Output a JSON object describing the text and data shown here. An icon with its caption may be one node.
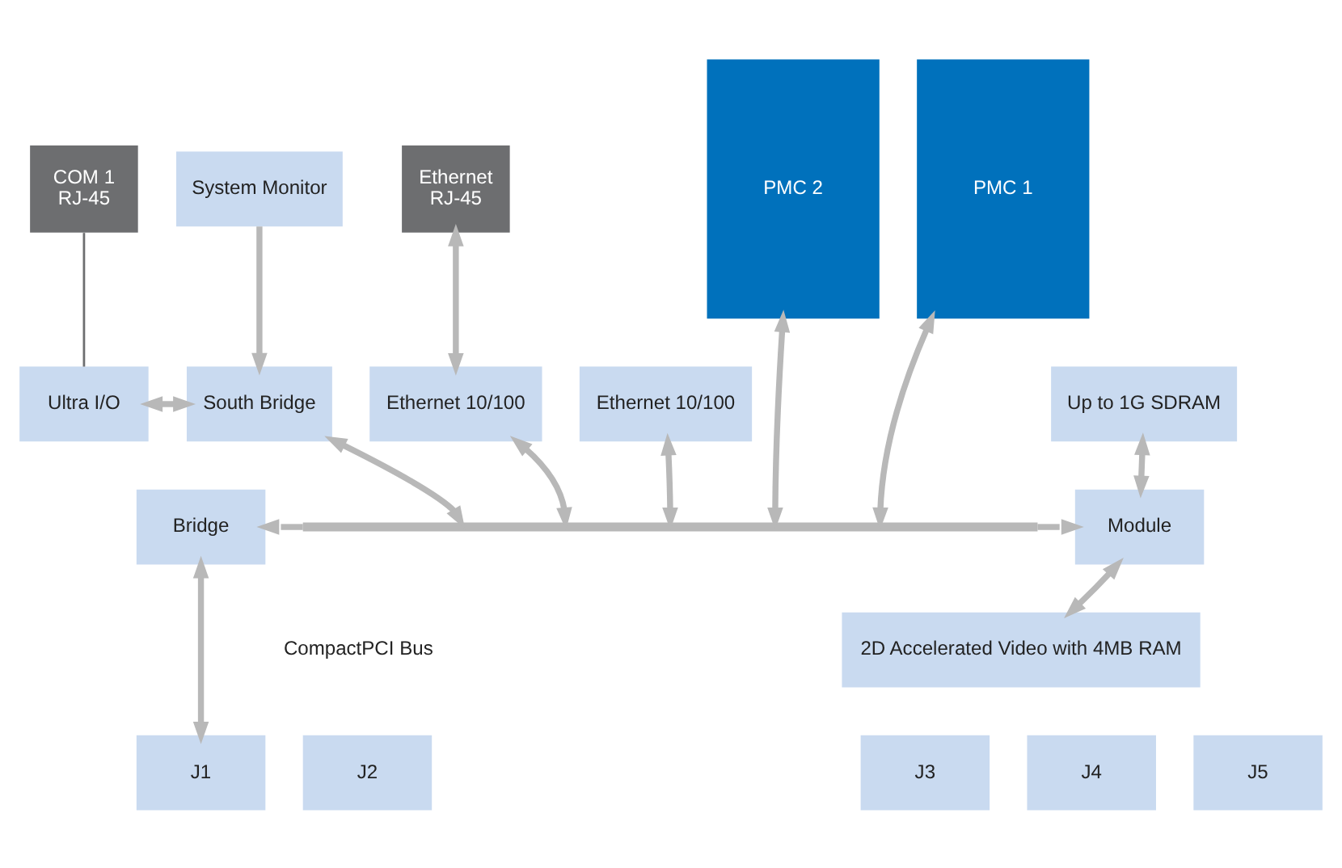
{
  "diagram": {
    "nodes": [
      {
        "text": [
          "COM 1",
          "RJ-45"
        ]
      },
      {
        "text": [
          "Ethernet",
          "RJ-45"
        ]
      },
      {
        "text": [
          "PMC 2"
        ]
      },
      {
        "text": [
          "PMC 1"
        ]
      },
      {
        "text": [
          "System Monitor"
        ]
      },
      {
        "text": [
          "Ultra I/O"
        ]
      },
      {
        "text": [
          "South Bridge"
        ]
      },
      {
        "text": [
          "Ethernet 10/100"
        ]
      },
      {
        "text": [
          "Ethernet 10/100"
        ]
      },
      {
        "text": [
          "Up to 1G SDRAM"
        ]
      },
      {
        "text": [
          "Bridge"
        ]
      },
      {
        "text": [],
        "shape": "bar"
      },
      {
        "text": [
          "Module"
        ]
      },
      {
        "text": [
          "2D Accelerated Video with 4MB RAM"
        ]
      },
      {
        "text": [
          "J1"
        ]
      },
      {
        "text": [
          "J2"
        ]
      },
      {
        "text": [
          "J3"
        ]
      },
      {
        "text": [
          "J4"
        ]
      },
      {
        "text": [
          "J5"
        ]
      }
    ],
    "edges": [
      {
        "from": 0,
        "to": 5,
        "arrow": "none",
        "color": "#6d6e70"
      },
      {
        "from": 7,
        "to": 1,
        "arrow": "both"
      },
      {
        "from": 4,
        "to": 6,
        "arrow": "to"
      },
      {
        "from": 5,
        "to": 6,
        "arrow": "both"
      },
      {
        "from": 6,
        "to": 11,
        "arrow": "both"
      },
      {
        "from": 7,
        "to": 11,
        "arrow": "both"
      },
      {
        "from": 8,
        "to": 11,
        "arrow": "both"
      },
      {
        "from": 2,
        "to": 11,
        "arrow": "both"
      },
      {
        "from": 3,
        "to": 11,
        "arrow": "both"
      },
      {
        "from": 11,
        "to": 10,
        "arrow": "to"
      },
      {
        "from": 11,
        "to": 12,
        "arrow": "to"
      },
      {
        "from": 9,
        "to": 12,
        "arrow": "both"
      },
      {
        "from": 13,
        "to": 12,
        "arrow": "both"
      },
      {
        "from": 10,
        "to": 14,
        "arrow": "both"
      }
    ],
    "labels": [
      "CompactPCI Bus"
    ]
  }
}
